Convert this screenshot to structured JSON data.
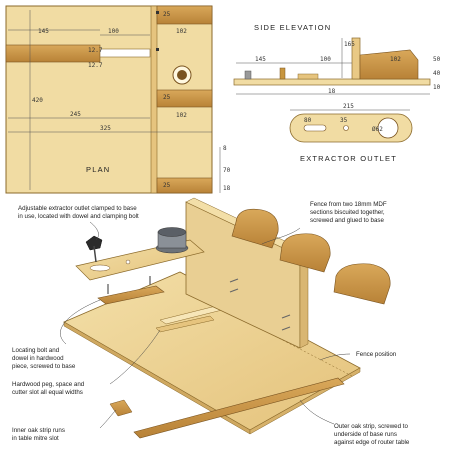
{
  "plan": {
    "title": "PLAN",
    "dims": {
      "d25_top": "25",
      "d145": "145",
      "d100": "100",
      "d102": "102",
      "d12_7a": "12.7",
      "d12_7b": "12.7",
      "d420": "420",
      "d245": "245",
      "d325": "325",
      "d25_mid": "25",
      "d102_b": "102",
      "d8": "8",
      "d70": "70",
      "d18": "18",
      "d25_bot": "25"
    }
  },
  "side_elevation": {
    "title": "SIDE ELEVATION",
    "dims": {
      "d165": "165",
      "d145": "145",
      "d100": "100",
      "d102": "102",
      "d50": "50",
      "d40": "40",
      "d10": "10",
      "d18": "18"
    }
  },
  "extractor_outlet": {
    "title": "EXTRACTOR OUTLET",
    "dims": {
      "d215": "215",
      "d80": "80",
      "d35": "35",
      "d62": "Ø62"
    }
  },
  "annotations": {
    "adjustable": [
      "Adjustable extractor outlet clamped to base",
      "in use, located with dowel and clamping bolt"
    ],
    "fence": [
      "Fence from two 18mm MDF",
      "sections biscuited together,",
      "screwed and glued to base"
    ],
    "locating": [
      "Locating bolt and",
      "dowel in hardwood",
      "piece, screwed to base"
    ],
    "fence_position": [
      "Fence position"
    ],
    "peg": [
      "Hardwood peg, space and",
      "cutter slot all equal widths"
    ],
    "inner_strip": [
      "Inner oak strip runs",
      "in table mitre slot"
    ],
    "outer_strip": [
      "Outer oak strip, screwed to",
      "underside of base runs",
      "against edge of router table"
    ]
  }
}
